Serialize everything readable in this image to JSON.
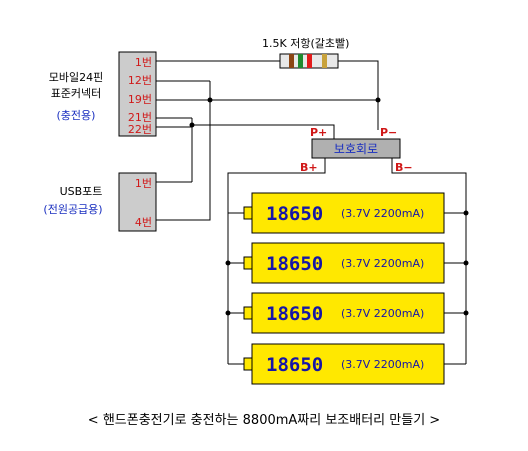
{
  "resistor_label": "1.5K 저항(갈초빨)",
  "connector": {
    "title_line1": "모바일24핀",
    "title_line2": "표준커넥터",
    "subtitle": "(충전용)",
    "pins": [
      "1번",
      "12번",
      "19번",
      "21번",
      "22번"
    ]
  },
  "usb": {
    "title": "USB포트",
    "subtitle": "(전원공급용)",
    "pins": [
      "1번",
      "4번"
    ]
  },
  "protection": {
    "label": "보호회로",
    "p_plus": "P+",
    "p_minus": "P−",
    "b_plus": "B+",
    "b_minus": "B−"
  },
  "batteries": [
    {
      "model": "18650",
      "spec": "(3.7V 2200mA)"
    },
    {
      "model": "18650",
      "spec": "(3.7V 2200mA)"
    },
    {
      "model": "18650",
      "spec": "(3.7V 2200mA)"
    },
    {
      "model": "18650",
      "spec": "(3.7V 2200mA)"
    }
  ],
  "colors": {
    "battery_fill": "#ffe800",
    "connector_fill": "#cccccc",
    "protection_fill": "#b0b0b0",
    "pin_text": "#d01818",
    "blue_text": "#1a2fc0"
  },
  "caption": "< 핸드폰충전기로 충전하는 8800mA짜리 보조배터리 만들기 >"
}
